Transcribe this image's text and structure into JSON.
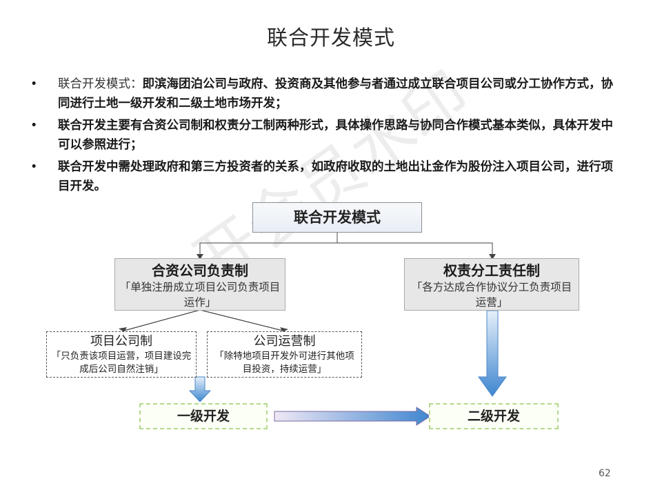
{
  "title": "联合开发模式",
  "bullets": [
    {
      "lead": "联合开发模式：",
      "text": "即滨海团泊公司与政府、投资商及其他参与者通过成立联合项目公司或分工协作方式，协同进行土地一级开发和二级土地市场开发；"
    },
    {
      "lead": "",
      "text": "联合开发主要有合资公司制和权责分工制两种形式，具体操作思路与协同合作模式基本类似，具体开发中可以参照进行；"
    },
    {
      "lead": "",
      "text": "联合开发中需处理政府和第三方投资者的关系，如政府收取的土地出让金作为股份注入项目公司，进行项目开发。"
    }
  ],
  "diagram": {
    "root": "联合开发模式",
    "jv": {
      "title": "合资公司负责制",
      "desc": "「单独注册成立项目公司负责项目运作」"
    },
    "split": {
      "title": "权责分工责任制",
      "desc": "「各方达成合作协议分工负责项目运营」"
    },
    "project_co": {
      "title": "项目公司制",
      "desc": "「只负责该项目运营，项目建设完成后公司自然注销」"
    },
    "operating_co": {
      "title": "公司运营制",
      "desc": "「除特地项目开发外可进行其他项目投资，持续运营」"
    },
    "primary": "一级开发",
    "secondary": "二级开发"
  },
  "watermark": "开会员水印",
  "page_number": "62",
  "colors": {
    "arrow_blue": "#5b9bd5",
    "stage_border": "#b5d98c",
    "mode_fill": "#e7e7e7"
  }
}
